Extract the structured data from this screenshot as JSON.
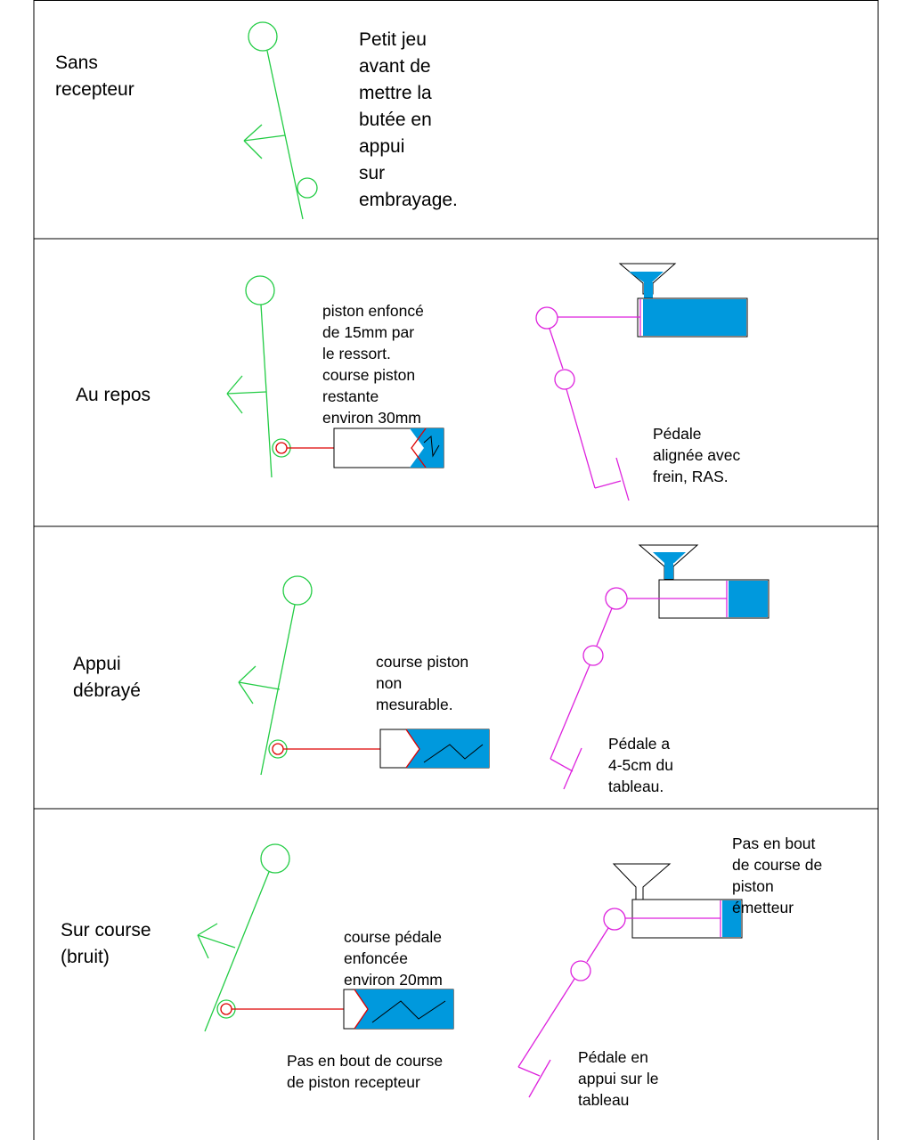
{
  "colors": {
    "lever": "#22cc44",
    "pedal": "#dd22dd",
    "rod": "#dd0000",
    "fluid": "#0099dd",
    "border": "#000000"
  },
  "panels": [
    {
      "title": "Sans\nrecepteur",
      "note": "Petit jeu\navant de\nmettre la\nbutée en\nappui\nsur\nembrayage."
    },
    {
      "title": "Au repos",
      "receiver_note": "piston enfoncé\nde 15mm  par\nle ressort.\ncourse piston\nrestante\nenviron 30mm",
      "pedal_note": "Pédale\nalignée avec\nfrein, RAS."
    },
    {
      "title": "Appui\ndébrayé",
      "receiver_note": "course piston\nnon\nmesurable.",
      "pedal_note": "Pédale a\n4-5cm du\ntableau."
    },
    {
      "title": "Sur course\n(bruit)",
      "receiver_note": "course pédale\nenfoncée\nenviron 20mm",
      "receiver_bottom_note": "Pas en bout de course\nde piston recepteur",
      "emitter_note": "Pas en bout\nde course de\npiston\németteur",
      "pedal_note": "Pédale en\nappui sur le\ntableau"
    }
  ]
}
